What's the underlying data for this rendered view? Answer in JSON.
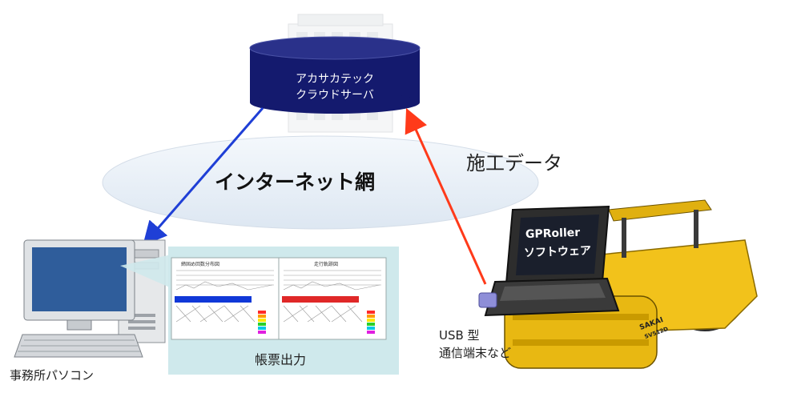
{
  "server": {
    "line1": "アカサカテック",
    "line2": "クラウドサーバ"
  },
  "network_label": "インターネット網",
  "data_label": "施工データ",
  "office_pc_label": "事務所パソコン",
  "report_label": "帳票出力",
  "report_pages": [
    {
      "title": "締固め回数分布図"
    },
    {
      "title": "走行軌跡図"
    }
  ],
  "laptop_screen": {
    "line1": "GPRoller",
    "line2": "ソフトウェア"
  },
  "usb_label": {
    "line1": "USB 型",
    "line2": "通信端末など"
  },
  "roller_brand": "SAKAI",
  "roller_model": "SV512D",
  "colors": {
    "server_fill": "#141a6e",
    "arrow_to_pc": "#1f3fd6",
    "arrow_to_server": "#ff3a1a",
    "cloud": "#e8eff8",
    "report_bg": "#cfe9ec",
    "roller_yellow": "#f2c21b"
  }
}
